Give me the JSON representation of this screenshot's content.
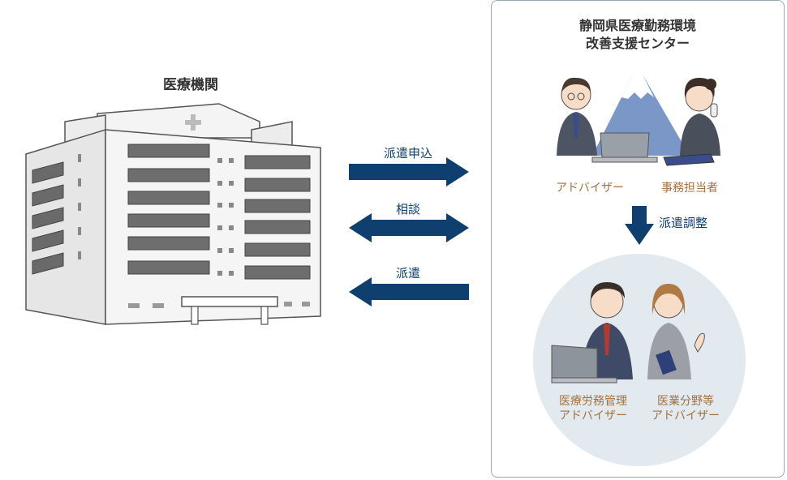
{
  "hospital": {
    "label": "医療機関"
  },
  "arrows": {
    "dispatch_request": "派遣申込",
    "consultation": "相談",
    "dispatch": "派遣"
  },
  "center": {
    "title_line1": "静岡県医療勤務環境",
    "title_line2": "改善支援センター",
    "staff": {
      "advisor": "アドバイザー",
      "clerk": "事務担当者"
    },
    "dispatch_adjust": "派遣調整",
    "advisors": {
      "labor_line1": "医療労務管理",
      "labor_line2": "アドバイザー",
      "medical_line1": "医業分野等",
      "medical_line2": "アドバイザー"
    }
  },
  "colors": {
    "arrow": "#0e3f6e",
    "role_text": "#a3703d",
    "circle_bg": "#e3eaef",
    "panel_border": "#9aa7b3"
  }
}
